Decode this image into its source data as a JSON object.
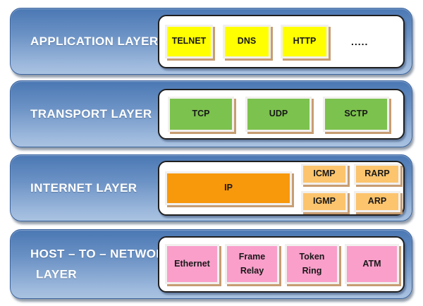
{
  "diagram": {
    "type": "protocol-stack",
    "layers": [
      {
        "label": "APPLICATION LAYER",
        "protocols": [
          "TELNET",
          "DNS",
          "HTTP"
        ],
        "more_indicator": ".....",
        "chip_color": "#ffff00"
      },
      {
        "label": "TRANSPORT LAYER",
        "protocols": [
          "TCP",
          "UDP",
          "SCTP"
        ],
        "chip_color": "#7cc24e"
      },
      {
        "label": "INTERNET LAYER",
        "main_protocol": "IP",
        "side_protocols": [
          "ICMP",
          "RARP",
          "IGMP",
          "ARP"
        ],
        "main_chip_color": "#f8980b",
        "side_chip_color": "#fcc46d"
      },
      {
        "label_line1": "HOST – TO – NETWORK",
        "label_line2": "LAYER",
        "protocols": [
          "Ethernet",
          "Frame Relay",
          "Token Ring",
          "ATM"
        ],
        "chip_color": "#f99fca"
      }
    ],
    "colors": {
      "layer_gradient_top": "#4a77b3",
      "layer_gradient_bottom": "#a9c2e1",
      "layer_border": "#3a639e",
      "panel_background": "#ffffff",
      "panel_border": "#1f1f1f",
      "chip_border": "#f2f0ee",
      "chip_shadow": "#c79d72",
      "label_text": "#ffffff",
      "chip_text": "#181818"
    }
  }
}
